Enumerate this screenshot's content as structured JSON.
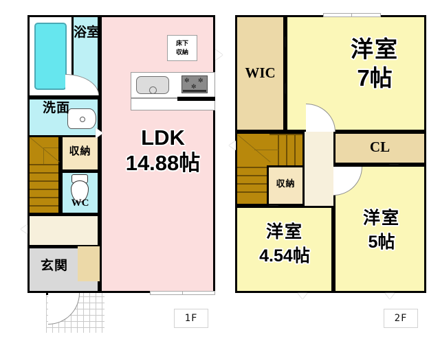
{
  "document": {
    "type": "floor-plan",
    "title": "2-story house floor plan",
    "floors": [
      {
        "tag": "1F",
        "rooms": [
          {
            "name": "bathroom",
            "label": "浴室",
            "label_romaji": "Bathroom"
          },
          {
            "name": "washroom",
            "label": "洗面",
            "label_romaji": "Washroom"
          },
          {
            "name": "closet-1f",
            "label": "収納",
            "label_romaji": "Storage"
          },
          {
            "name": "toilet",
            "label": "WC",
            "label_romaji": "Toilet"
          },
          {
            "name": "entrance",
            "label": "玄関",
            "label_romaji": "Entrance"
          },
          {
            "name": "ldk",
            "label": "LDK",
            "area": "14.88帖"
          },
          {
            "name": "under-floor-storage",
            "label_line1": "床下",
            "label_line2": "収納"
          }
        ]
      },
      {
        "tag": "2F",
        "rooms": [
          {
            "name": "walk-in-closet",
            "label": "WIC"
          },
          {
            "name": "western-room-7",
            "label": "洋室",
            "area": "7帖"
          },
          {
            "name": "closet-cl",
            "label": "CL"
          },
          {
            "name": "western-room-454",
            "label": "洋室",
            "area": "4.54帖"
          },
          {
            "name": "western-room-5",
            "label": "洋室",
            "area": "5帖"
          },
          {
            "name": "closet-2f",
            "label": "収納"
          }
        ]
      }
    ]
  },
  "floor_tags": {
    "first": "1F",
    "second": "2F"
  },
  "labels": {
    "bathroom": "浴室",
    "washroom": "洗面",
    "storage_1f": "収納",
    "wc": "WC",
    "entrance": "玄関",
    "ldk": "LDK",
    "ldk_area": "14.88帖",
    "underfloor_line1": "床下",
    "underfloor_line2": "収納",
    "wic": "WIC",
    "room7_name": "洋室",
    "room7_area": "7帖",
    "cl": "CL",
    "room454_name": "洋室",
    "room454_area": "4.54帖",
    "room5_name": "洋室",
    "room5_area": "5帖",
    "storage_2f": "収納"
  },
  "colors": {
    "ldk_pink": "#fcdede",
    "room_yellow": "#fbf7b8",
    "water_cyan": "#bdf0f5",
    "tub_cyan": "#66e6ee",
    "closet_tan": "#f6e6c0",
    "wic_tan": "#ecd9a8",
    "stair_wood": "#b8880c",
    "hall_cream": "#f7f0dc",
    "entry_gray": "#d9d9d9",
    "wall_black": "#000000",
    "background": "#ffffff"
  },
  "icons": {
    "bathtub": "bathtub-icon",
    "vanity_sink": "vanity-sink-icon",
    "toilet": "toilet-icon",
    "kitchen_sink": "kitchen-sink-icon",
    "gas_stove": "gas-stove-icon",
    "stairs": "stairs-icon",
    "door_swing": "door-swing-icon",
    "window": "window-icon"
  }
}
